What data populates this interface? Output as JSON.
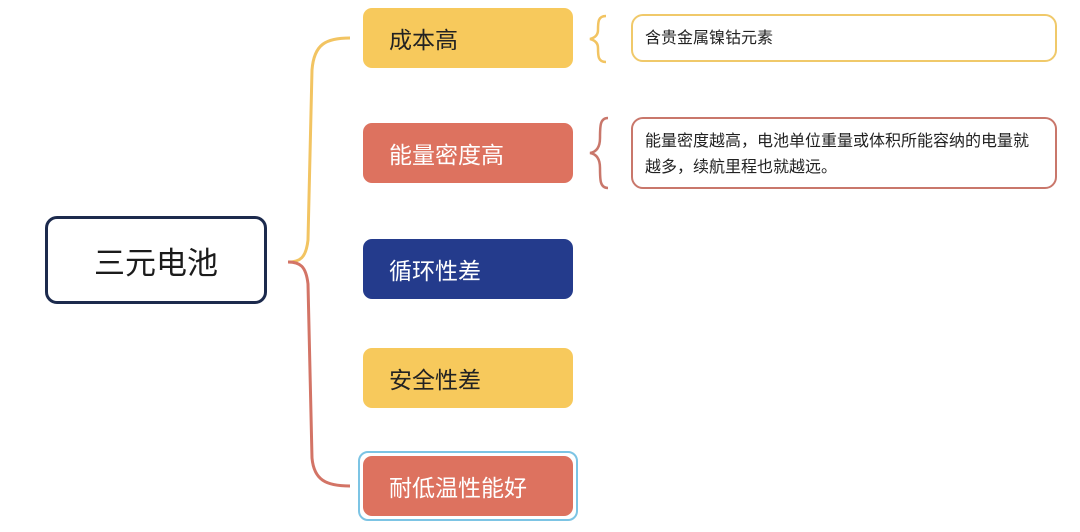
{
  "root": {
    "label": "三元电池"
  },
  "branches": [
    {
      "label": "成本高"
    },
    {
      "label": "能量密度高"
    },
    {
      "label": "循环性差"
    },
    {
      "label": "安全性差"
    },
    {
      "label": "耐低温性能好"
    }
  ],
  "notes": [
    {
      "text": "含贵金属镍钴元素"
    },
    {
      "text": "能量密度越高，电池单位重量或体积所能容纳的电量就越多，续航里程也就越远。"
    }
  ],
  "colors": {
    "yellow": "#f7c95c",
    "coral": "#dd725f",
    "navy": "#243b8c",
    "root_border": "#1c2a4d",
    "selection": "#7cc4e4"
  }
}
